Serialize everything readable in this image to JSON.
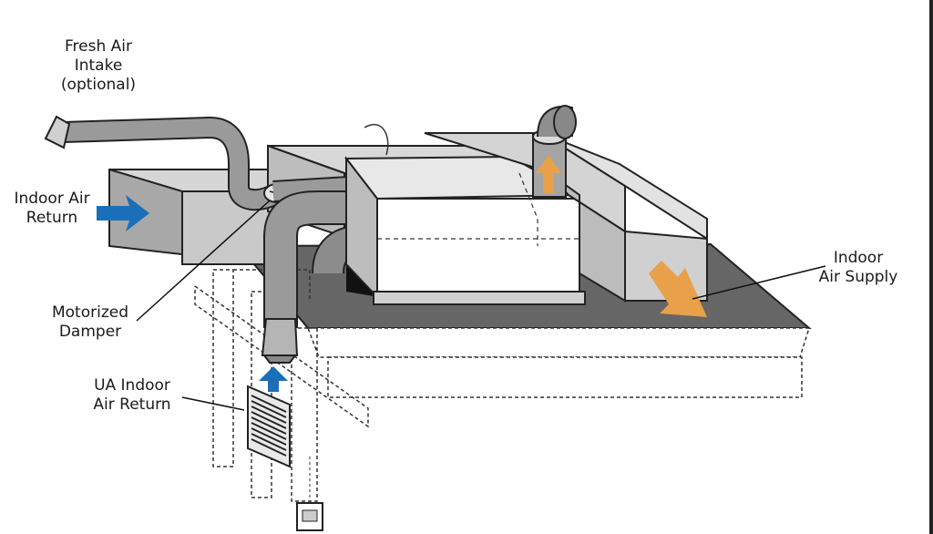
{
  "labels": {
    "fresh_air": [
      "Fresh Air",
      "Intake",
      "(optional)"
    ],
    "indoor_return": [
      "Indoor Air",
      "Return"
    ],
    "motorized_damper": [
      "Motorized",
      "Damper"
    ],
    "ua_indoor_return": [
      "UA Indoor",
      "Air Return"
    ],
    "indoor_supply": [
      "Indoor",
      "Air Supply"
    ]
  },
  "colors": {
    "return_arrow": "#1a6fb8",
    "supply_arrow": "#e8a04a",
    "duct_gray": "#9a9a9a",
    "box_gray": "#c9c9c9",
    "platform": "#666666",
    "outline": "#222222"
  },
  "icons": [
    "return-arrow-icon",
    "supply-arrow-icon",
    "grille-icon",
    "thermostat-icon"
  ]
}
